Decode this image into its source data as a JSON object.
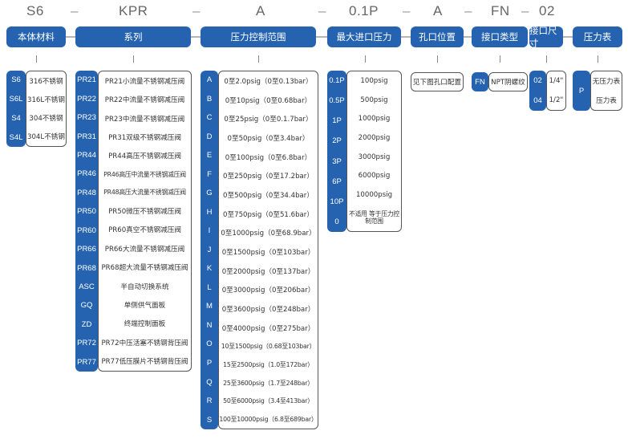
{
  "codes": [
    "S6",
    "KPR",
    "A",
    "0.1P",
    "A",
    "FN",
    "02"
  ],
  "dash": "–",
  "headers": [
    "本体材料",
    "系列",
    "压力控制范围",
    "最大进口压力",
    "孔口位置",
    "接口类型",
    "接口尺寸",
    "压力表"
  ],
  "material": {
    "codes": [
      "S6",
      "S6L",
      "S4",
      "S4L"
    ],
    "desc": [
      "316不锈钢",
      "316L不锈钢",
      "304不锈钢",
      "304L不锈钢"
    ]
  },
  "series": {
    "codes": [
      "PR21",
      "PR22",
      "PR23",
      "PR31",
      "PR44",
      "PR46",
      "PR48",
      "PR50",
      "PR60",
      "PR66",
      "PR68",
      "ASC",
      "GQ",
      "ZD",
      "PR72",
      "PR77"
    ],
    "desc": [
      "PR21小流量不锈钢减压阀",
      "PR22中流量不锈钢减压阀",
      "PR23中流量不锈钢减压阀",
      "PR31双级不锈钢减压阀",
      "PR44高压不锈钢减压阀",
      "PR46高压中流量不锈钢减压阀",
      "PR48高压大流量不锈钢减压阀",
      "PR50微压不锈钢减压阀",
      "PR60真空不锈钢减压阀",
      "PR66大流量不锈钢减压阀",
      "PR68超大流量不锈钢减压阀",
      "半自动切换系统",
      "单侧供气面板",
      "终端控制面板",
      "PR72中压活塞不锈钢背压阀",
      "PR77低压膜片不锈钢背压阀"
    ]
  },
  "pressure": {
    "codes": [
      "A",
      "B",
      "C",
      "D",
      "E",
      "F",
      "G",
      "H",
      "I",
      "J",
      "K",
      "L",
      "M",
      "N",
      "O",
      "P",
      "Q",
      "R",
      "S"
    ],
    "desc": [
      "0至2.0psig（0至0.13bar）",
      "0至10psig（0至0.68bar）",
      "0至25psig（0至0.1.7bar）",
      "0至50psig（0至3.4bar）",
      "0至100psig（0至6.8bar）",
      "0至250psig（0至17.2bar）",
      "0至500psig（0至34.4bar）",
      "0至750psig（0至51.6bar）",
      "0至1000psig（0至68.9bar）",
      "0至1500psig（0至103bar）",
      "0至2000psig（0至137bar）",
      "0至3000psig（0至206bar）",
      "0至3600psig（0至248bar）",
      "0至4000psig（0至275bar）",
      "10至1500psig（0.68至103bar）",
      "15至2500psig（1.0至172bar）",
      "25至3600psig（1.7至248bar）",
      "50至6000psig（3.4至413bar）",
      "100至10000psig（6.8至689bar）"
    ]
  },
  "inlet": {
    "codes": [
      "0.1P",
      "0.5P",
      "1P",
      "2P",
      "3P",
      "6P",
      "10P",
      "0"
    ],
    "desc": [
      "100psig",
      "500psig",
      "1000psig",
      "2000psig",
      "3000psig",
      "6000psig",
      "10000psig",
      "不适用 等于压力控制范围"
    ]
  },
  "port_position": {
    "desc": "见下图孔口配置"
  },
  "port_type": {
    "code": "FN",
    "desc": "NPT阴螺纹"
  },
  "port_size": {
    "codes": [
      "02",
      "04"
    ],
    "desc": [
      "1/4\"",
      "1/2\""
    ]
  },
  "gauge": {
    "code": "P",
    "desc": [
      "无压力表",
      "压力表"
    ]
  },
  "colors": {
    "accent": "#2563b0",
    "border": "#555555",
    "separator": "#b5b5b5"
  }
}
